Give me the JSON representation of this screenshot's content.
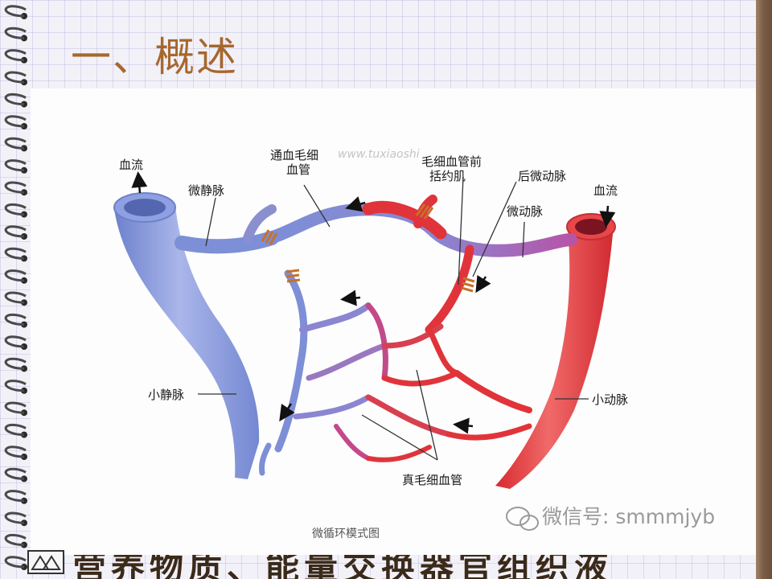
{
  "slide": {
    "title": "一、概述"
  },
  "figure": {
    "caption": "微循环模式图",
    "watermark_top": "www.tuxiaoshi",
    "watermark": "微信号: smmmjyb",
    "labels": {
      "flow_left": "血流",
      "flow_right": "血流",
      "venule": "微静脉",
      "thoroughfare_1": "通血毛细",
      "thoroughfare_2": "血管",
      "sphincter_1": "毛细血管前",
      "sphincter_2": "括约肌",
      "metarteriole": "后微动脉",
      "arteriole": "微动脉",
      "small_vein": "小静脉",
      "small_artery": "小动脉",
      "true_capillary": "真毛细血管"
    },
    "colors": {
      "artery": "#e0343a",
      "vein": "#7d8fd6",
      "mixed": "#a05aa8",
      "sphincter": "#c8702a"
    }
  },
  "bottom": {
    "partial_text": "营养物质、能量交换器官组织液"
  },
  "frame": {
    "binding_color": "#4a4a4a",
    "border_color": "#7c5e48"
  }
}
